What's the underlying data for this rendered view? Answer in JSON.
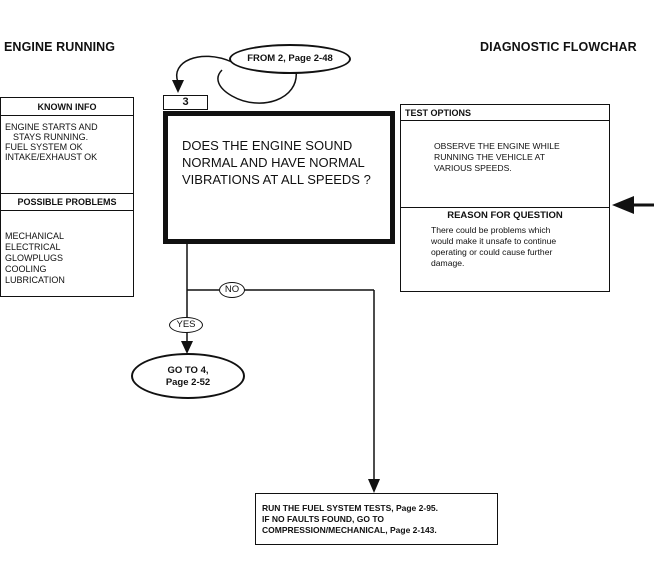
{
  "header": {
    "left": "ENGINE RUNNING",
    "right": "DIAGNOSTIC FLOWCHAR"
  },
  "from_ref": "FROM 2, Page 2-48",
  "step_number": "3",
  "known_info": {
    "title": "KNOWN INFO",
    "lines": [
      "ENGINE STARTS AND",
      "STAYS RUNNING.",
      "FUEL SYSTEM OK",
      "INTAKE/EXHAUST OK"
    ]
  },
  "possible_problems": {
    "title": "POSSIBLE PROBLEMS",
    "lines": [
      "MECHANICAL",
      "ELECTRICAL",
      "GLOWPLUGS",
      "COOLING",
      "LUBRICATION"
    ]
  },
  "question": {
    "lines": [
      "DOES THE ENGINE SOUND",
      "NORMAL AND HAVE NORMAL",
      "VIBRATIONS AT ALL SPEEDS ?"
    ]
  },
  "test_options": {
    "title": "TEST OPTIONS",
    "lines": [
      "OBSERVE THE ENGINE WHILE",
      "RUNNING THE VEHICLE AT",
      "VARIOUS SPEEDS."
    ]
  },
  "reason": {
    "title": "REASON FOR QUESTION",
    "lines": [
      "There could be problems which",
      "would make it unsafe to continue",
      "operating or could cause further",
      "damage."
    ]
  },
  "yes_label": "YES",
  "no_label": "NO",
  "goto_yes": {
    "lines": [
      "GO TO 4,",
      "Page 2-52"
    ]
  },
  "no_action": {
    "lines": [
      "RUN THE FUEL SYSTEM TESTS, Page 2-95.",
      "IF NO FAULTS FOUND, GO TO",
      "COMPRESSION/MECHANICAL, Page 2-143."
    ]
  }
}
